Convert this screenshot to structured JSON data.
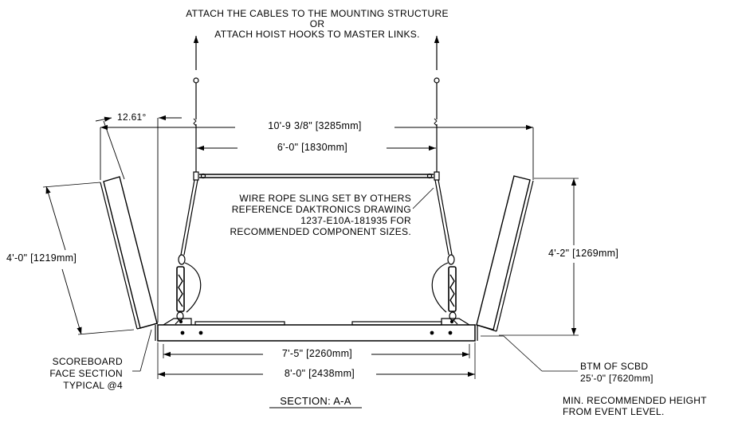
{
  "top_note": {
    "line1": "ATTACH THE CABLES TO THE MOUNTING STRUCTURE",
    "line2": "OR",
    "line3": "ATTACH HOIST HOOKS TO MASTER LINKS."
  },
  "angle": "12.61°",
  "dims": {
    "overall_top": "10'-9 3/8\" [3285mm]",
    "link_span": "6'-0\" [1830mm]",
    "left_face": "4'-0\" [1219mm]",
    "right_face": "4'-2\" [1269mm]",
    "inner_frame": "7'-5\" [2260mm]",
    "outer_frame": "8'-0\" [2438mm]"
  },
  "sling_note": {
    "line1": "WIRE ROPE SLING SET BY OTHERS",
    "line2": "REFERENCE DAKTRONICS DRAWING",
    "line3": "1237-E10A-181935 FOR",
    "line4": "RECOMMENDED COMPONENT SIZES."
  },
  "face_note": {
    "line1": "SCOREBOARD",
    "line2": "FACE SECTION",
    "line3": "TYPICAL @4"
  },
  "bottom_note": {
    "line1": "BTM OF SCBD",
    "line2": "25'-0\" [7620mm]"
  },
  "height_note": {
    "line1": "MIN. RECOMMENDED HEIGHT",
    "line2": "FROM EVENT LEVEL."
  },
  "section_title": "SECTION: A-A"
}
